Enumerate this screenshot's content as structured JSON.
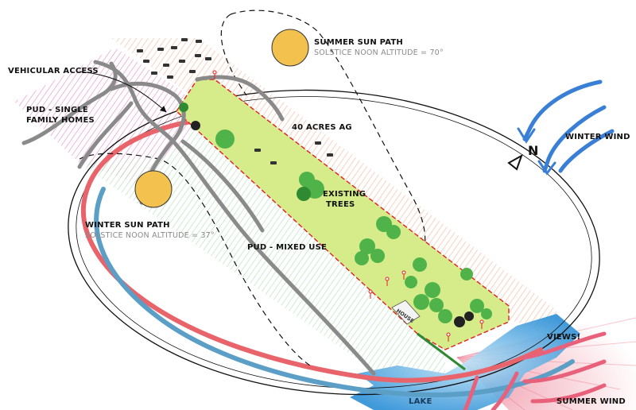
{
  "labels": {
    "vehicular_access": "VEHICULAR ACCESS",
    "pud_single_line1": "PUD - SINGLE",
    "pud_single_line2": "FAMILY HOMES",
    "summer_sun_title": "SUMMER SUN PATH",
    "summer_sun_sub": "SOLSTICE NOON ALTITUDE = 70°",
    "acres_ag": "40 ACRES AG",
    "winter_wind": "WINTER WIND",
    "north": "N",
    "existing_trees_line1": "EXISTING",
    "existing_trees_line2": "TREES",
    "winter_sun_title": "WINTER SUN PATH",
    "winter_sun_sub": "SOLSTICE NOON ALTITUDE = 37°",
    "pud_mixed": "PUD - MIXED USE",
    "house": "HOUSE",
    "views": "VIEWS!",
    "lake": "LAKE",
    "summer_wind": "SUMMER WIND"
  },
  "colors": {
    "site_fill": "#d6ec8a",
    "tree": "#4fb34a",
    "tree_dark": "#2f8a31",
    "sun": "#f2c14e",
    "summer_path": "#e8646a",
    "winter_path": "#5b9ec6",
    "winter_wind": "#3a7fd6",
    "summer_wind": "#e8607a",
    "lake": "#2b8fd6",
    "road": "#8a8a8a",
    "hatch_orange": "#f3b49a",
    "hatch_pink": "#e58bc4",
    "hatch_green": "#a8d9b0",
    "boundary": "#e02020"
  },
  "icons": [
    "sun-icon",
    "north-arrow-icon",
    "cow-icon",
    "tree-icon",
    "wind-arrow-icon",
    "house-icon"
  ]
}
